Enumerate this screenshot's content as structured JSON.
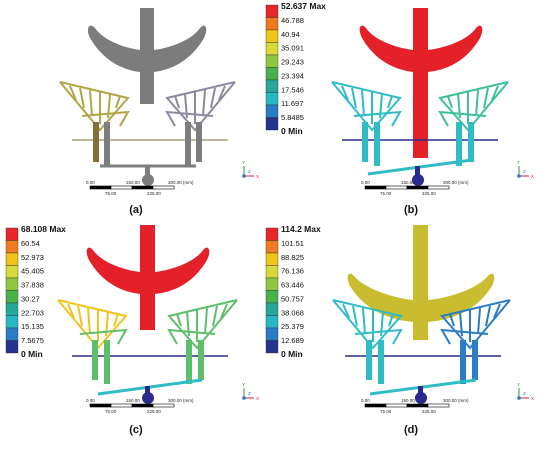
{
  "figure": {
    "panels": [
      {
        "id": "a",
        "caption": "(a)",
        "legend": {
          "max_label": "52.637 Max",
          "ticks": [
            "46.788",
            "40.94",
            "35.091",
            "29.243",
            "23.394",
            "17.546",
            "11.697",
            "5.8485"
          ],
          "min_label": "0 Min"
        },
        "scale_bar": {
          "ticks": [
            "0.00",
            "150.00",
            "300.00 (mm)"
          ],
          "mid_ticks": [
            "75.00",
            "225.00"
          ]
        },
        "triad_labels": [
          "Y",
          "Z",
          "X"
        ]
      },
      {
        "id": "b",
        "caption": "(b)",
        "legend": null,
        "scale_bar": {
          "ticks": [
            "0.00",
            "150.00",
            "300.00 (mm)"
          ],
          "mid_ticks": [
            "75.00",
            "225.00"
          ]
        },
        "triad_labels": [
          "Y",
          "Z",
          "X"
        ]
      },
      {
        "id": "c",
        "caption": "(c)",
        "legend": {
          "max_label": "68.108 Max",
          "ticks": [
            "60.54",
            "52.973",
            "45.405",
            "37.838",
            "30.27",
            "22.703",
            "15.135",
            "7.5675"
          ],
          "min_label": "0 Min"
        },
        "scale_bar": {
          "ticks": [
            "0.00",
            "150.00",
            "300.00 (mm)"
          ],
          "mid_ticks": [
            "75.00",
            "225.00"
          ]
        },
        "triad_labels": [
          "Y",
          "Z",
          "X"
        ]
      },
      {
        "id": "d",
        "caption": "(d)",
        "legend": {
          "max_label": "114.2 Max",
          "ticks": [
            "101.51",
            "88.825",
            "76.136",
            "63.446",
            "50.757",
            "38.068",
            "25.379",
            "12.689"
          ],
          "min_label": "0 Min"
        },
        "scale_bar": {
          "ticks": [
            "0.00",
            "150.00",
            "300.00 (mm)"
          ],
          "mid_ticks": [
            "75.00",
            "225.00"
          ]
        },
        "triad_labels": [
          "Y",
          "Z",
          "X"
        ]
      }
    ]
  },
  "colors": {
    "legend_scale": [
      "#e8262b",
      "#f07a1f",
      "#f2c41a",
      "#d8d93c",
      "#8ec83f",
      "#47b249",
      "#27a79a",
      "#27b8c8",
      "#2a7cc7",
      "#25328f"
    ],
    "gray_part": "#7c7c7c",
    "red_part": "#e42129",
    "olive_part": "#c9bd2f",
    "cyan_part": "#2fbcc4",
    "green_part": "#5cbf6a",
    "blue_line": "#2b2a8f"
  }
}
